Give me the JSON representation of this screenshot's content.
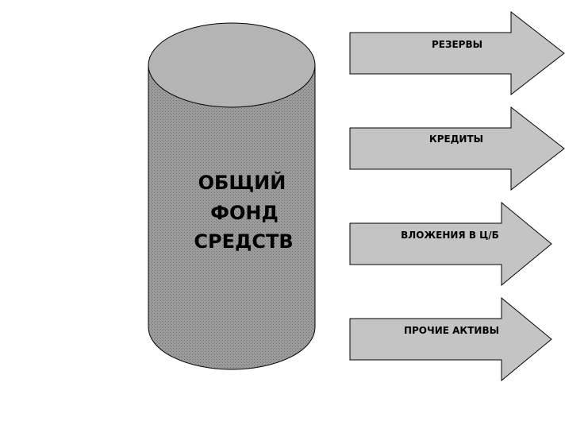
{
  "fund": {
    "line1": "ОБЩИЙ",
    "line2": "ФОНД",
    "line3": "СРЕДСТВ"
  },
  "arrows": [
    {
      "label": "РЕЗЕРВЫ"
    },
    {
      "label": "КРЕДИТЫ"
    },
    {
      "label": "ВЛОЖЕНИЯ В Ц/Б"
    },
    {
      "label": "ПРОЧИЕ АКТИВЫ"
    }
  ],
  "colors": {
    "cylinder_body": "#9a9a9a",
    "cylinder_top": "#b4b4b4",
    "arrow_fill": "#c4c4c4",
    "outline": "#000000"
  }
}
